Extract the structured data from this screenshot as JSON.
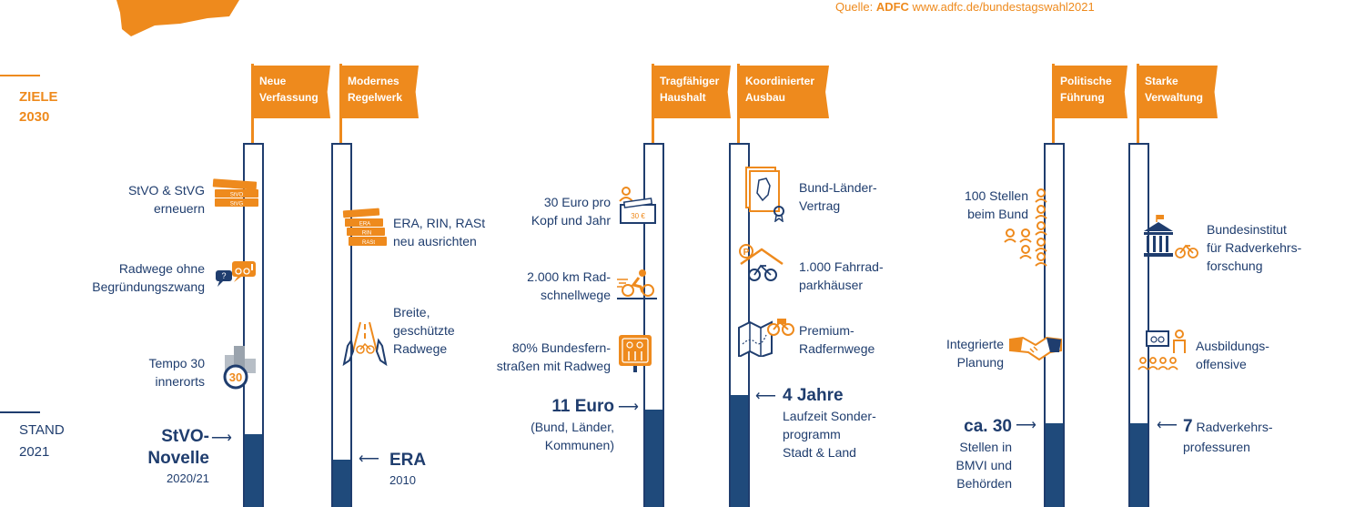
{
  "source": {
    "label": "Quelle: ",
    "brand": "ADFC",
    "url": " www.adfc.de/bundestagswahl2021"
  },
  "labels": {
    "goal_line1": "ZIELE",
    "goal_line2": "2030",
    "status_line1": "STAND",
    "status_line2": "2021"
  },
  "colors": {
    "orange": "#ee8a1d",
    "navy": "#1f3d6e"
  },
  "columns": [
    {
      "flag": [
        "Neue",
        "Verfassung"
      ],
      "fill": 0.2,
      "items": [
        [
          "StVO & StVG",
          "erneuern"
        ],
        [
          "Radwege ohne",
          "Begründungszwang"
        ],
        [
          "Tempo 30",
          "innerorts"
        ]
      ],
      "status": {
        "value_lines": [
          "StVO-",
          "Novelle"
        ],
        "sub": [
          "2020/21"
        ]
      }
    },
    {
      "flag": [
        "Modernes",
        "Regelwerk"
      ],
      "fill": 0.13,
      "items": [
        [
          "ERA, RIN, RASt",
          "neu ausrichten"
        ],
        [
          "Breite,",
          "geschützte",
          "Radwege"
        ]
      ],
      "status": {
        "value_lines": [
          "ERA"
        ],
        "sub": [
          "2010"
        ]
      }
    },
    {
      "flag": [
        "Tragfähiger",
        "Haushalt"
      ],
      "fill": 0.27,
      "items": [
        [
          "30 Euro pro",
          "Kopf und Jahr"
        ],
        [
          "2.000 km Rad-",
          "schnellwege"
        ],
        [
          "80% Bundesfern-",
          "straßen mit Radweg"
        ]
      ],
      "status": {
        "value_lines": [
          "11 Euro"
        ],
        "sub": [
          "(Bund, Länder,",
          "Kommunen)"
        ]
      }
    },
    {
      "flag": [
        "Koordinierter",
        "Ausbau"
      ],
      "fill": 0.31,
      "items": [
        [
          "Bund-Länder-",
          "Vertrag"
        ],
        [
          "1.000 Fahrrad-",
          "parkhäuser"
        ],
        [
          "Premium-",
          "Radfernwege"
        ]
      ],
      "status": {
        "value_lines": [
          "4 Jahre"
        ],
        "sub": [
          "Laufzeit Sonder-",
          "programm",
          "Stadt & Land"
        ]
      }
    },
    {
      "flag": [
        "Politische",
        "Führung"
      ],
      "fill": 0.23,
      "items": [
        [
          "100 Stellen",
          "beim Bund"
        ],
        [
          "Integrierte",
          "Planung"
        ]
      ],
      "status": {
        "value_lines": [
          "ca. 30"
        ],
        "sub": [
          "Stellen in",
          "BMVI und",
          "Behörden"
        ]
      }
    },
    {
      "flag": [
        "Starke",
        "Verwaltung"
      ],
      "fill": 0.23,
      "items": [
        [
          "Bundesinstitut",
          "für Radverkehrs-",
          "forschung"
        ],
        [
          "Ausbildungs-",
          "offensive"
        ]
      ],
      "status": {
        "value_lines": [
          "7"
        ],
        "value_suffix": " Radverkehrs-",
        "sub": [
          "professuren"
        ]
      }
    }
  ],
  "icon_texts": {
    "stvo1": "StVO",
    "stvo2": "StVG",
    "era": "ERA",
    "rin": "RIN",
    "rast": "RASt",
    "tempo": "30",
    "money": "30 €"
  }
}
